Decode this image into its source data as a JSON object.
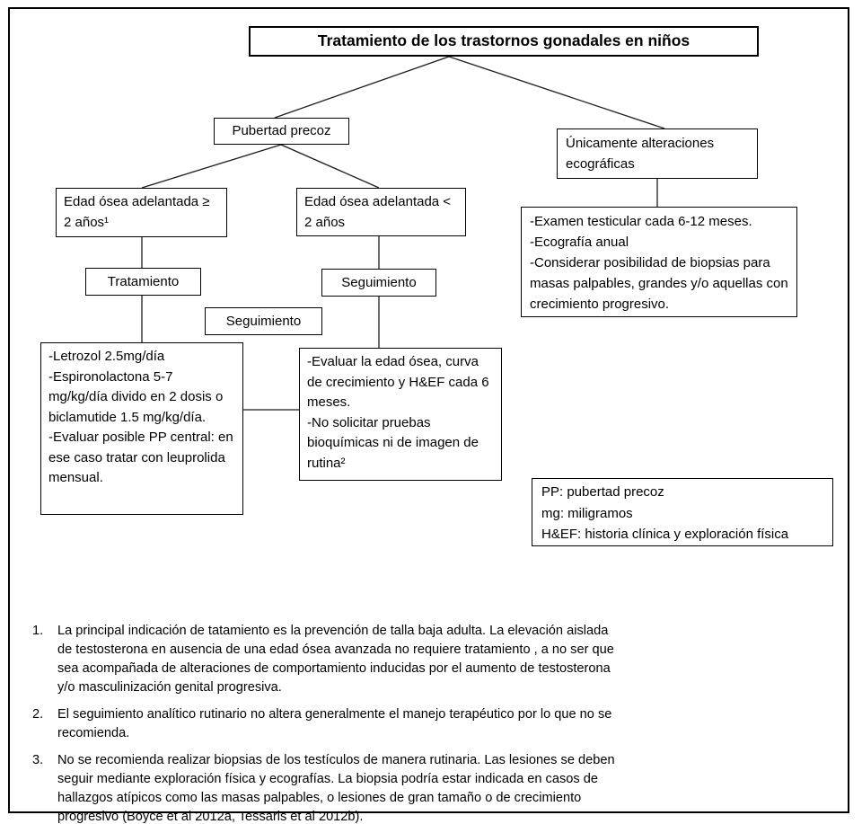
{
  "diagram": {
    "title": "Tratamiento de los trastornos gonadales en niños",
    "nodes": {
      "pubertad_precoz": {
        "label": "Pubertad precoz"
      },
      "unicamente_ecograficas": {
        "label": "Únicamente alteraciones ecográficas"
      },
      "edad_osea_mayor": {
        "label": "Edad ósea adelantada ≥ 2 años¹"
      },
      "edad_osea_menor": {
        "label": "Edad ósea adelantada < 2 años"
      },
      "tratamiento": {
        "label": "Tratamiento"
      },
      "seguimiento_mid": {
        "label": "Seguimiento"
      },
      "seguimiento_right": {
        "label": "Seguimiento"
      },
      "detalle_tratamiento": {
        "items": [
          "-Letrozol 2.5mg/día",
          "-Espironolactona 5-7 mg/kg/día divido en 2 dosis o biclamutide 1.5 mg/kg/día.",
          "-Evaluar posible PP central: en ese caso tratar con leuprolida mensual."
        ]
      },
      "detalle_seguimiento": {
        "items": [
          "-Evaluar la edad ósea, curva de crecimiento y H&EF cada 6 meses.",
          "-No solicitar pruebas bioquímicas ni de imagen de rutina²"
        ]
      },
      "detalle_ecografias": {
        "items": [
          "-Examen testicular cada 6-12 meses.",
          "-Ecografía anual",
          "-Considerar posibilidad de biopsias para masas palpables, grandes y/o aquellas con crecimiento progresivo."
        ]
      }
    },
    "legend": {
      "items": [
        "PP: pubertad precoz",
        "mg: miligramos",
        "H&EF: historia clínica y exploración física"
      ]
    },
    "footnotes": [
      {
        "num": "1.",
        "text": "La principal indicación de tatamiento es la prevención de talla baja adulta. La elevación aislada de testosterona en ausencia de una edad ósea avanzada no requiere tratamiento , a no ser que sea acompañada de alteraciones de comportamiento inducidas por el aumento de testosterona y/o masculinización genital progresiva."
      },
      {
        "num": "2.",
        "text": "El seguimiento analítico rutinario no altera generalmente el manejo terapéutico por lo que no se recomienda."
      },
      {
        "num": "3.",
        "text": "No se recomienda realizar biopsias de los testículos de manera rutinaria. Las lesiones se deben seguir mediante exploración física y ecografías. La biopsia podría estar indicada en casos de hallazgos atípicos como las masas palpables, o lesiones de gran tamaño o de crecimiento progresivo (Boyce et al 2012a, Tessaris et al 2012b)."
      }
    ],
    "colors": {
      "background": "#ffffff",
      "border": "#000000",
      "line": "#1c1c1c",
      "text": "#000000"
    }
  }
}
